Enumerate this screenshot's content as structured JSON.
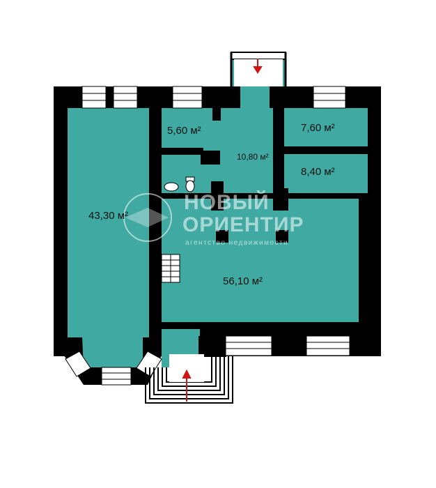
{
  "rooms": {
    "big_left": "43,30 м²",
    "small_a": "5,60 м²",
    "small_b": "7,60 м²",
    "corridor": "10,80 м²",
    "small_c": "8,40 м²",
    "main_hall": "56,10 м²"
  },
  "watermark": {
    "brand_line1": "НОВЫЙ",
    "brand_line2": "ОРИЕНТИР",
    "tagline": "агентство недвижимости"
  },
  "colors": {
    "room_fill": "#3fa9a2",
    "wall": "#000000",
    "arrow": "#d11414"
  }
}
